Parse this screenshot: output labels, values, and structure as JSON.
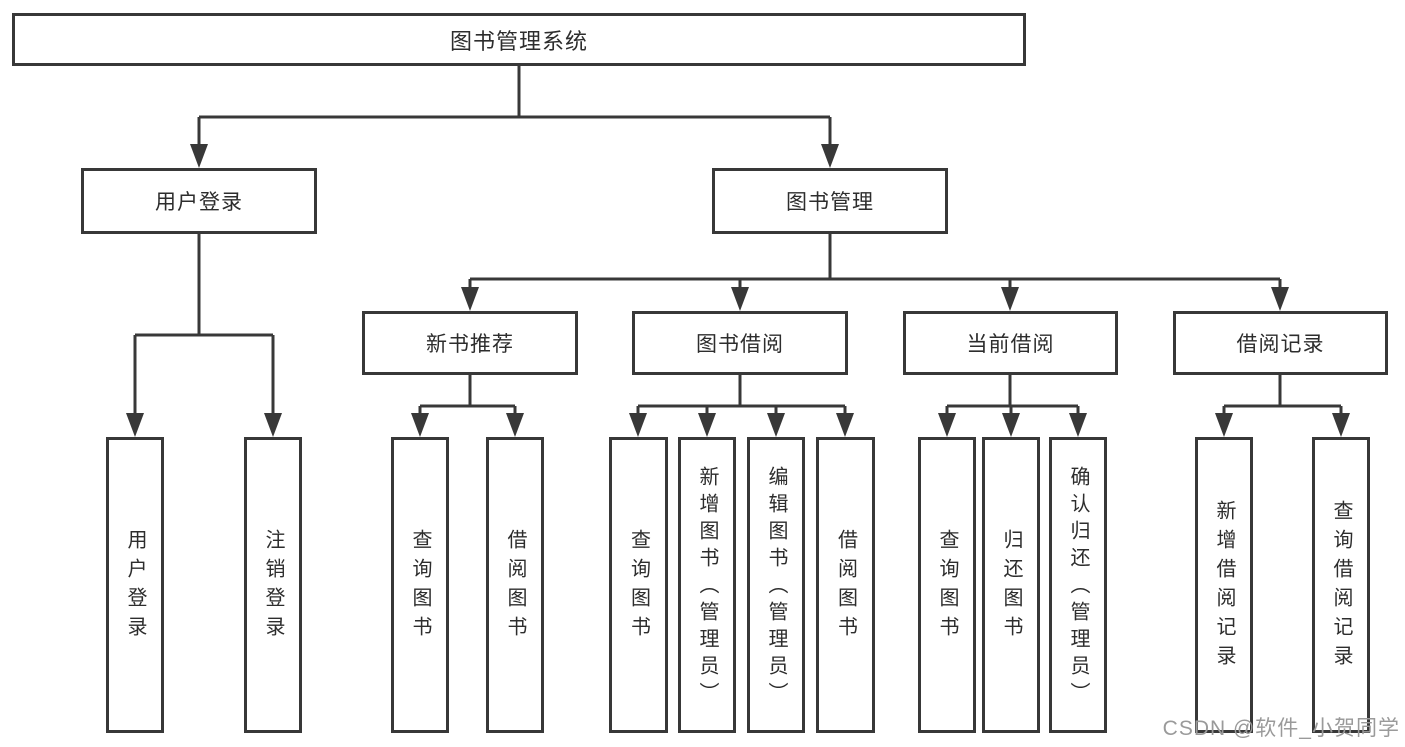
{
  "diagram": {
    "title": "图书管理系统",
    "level2": [
      {
        "label": "用户登录"
      },
      {
        "label": "图书管理"
      }
    ],
    "level3": [
      {
        "label": "新书推荐",
        "parent": "图书管理"
      },
      {
        "label": "图书借阅",
        "parent": "图书管理"
      },
      {
        "label": "当前借阅",
        "parent": "图书管理"
      },
      {
        "label": "借阅记录",
        "parent": "图书管理"
      }
    ],
    "leaves": [
      {
        "parent": "用户登录",
        "label": "用户登录"
      },
      {
        "parent": "用户登录",
        "label": "注销登录"
      },
      {
        "parent": "新书推荐",
        "label": "查询图书"
      },
      {
        "parent": "新书推荐",
        "label": "借阅图书"
      },
      {
        "parent": "图书借阅",
        "label": "查询图书"
      },
      {
        "parent": "图书借阅",
        "label": "新增图书（管理员）"
      },
      {
        "parent": "图书借阅",
        "label": "编辑图书（管理员）"
      },
      {
        "parent": "图书借阅",
        "label": "借阅图书"
      },
      {
        "parent": "当前借阅",
        "label": "查询图书"
      },
      {
        "parent": "当前借阅",
        "label": "归还图书"
      },
      {
        "parent": "当前借阅",
        "label": "确认归还（管理员）"
      },
      {
        "parent": "借阅记录",
        "label": "新增借阅记录"
      },
      {
        "parent": "借阅记录",
        "label": "查询借阅记录"
      }
    ]
  },
  "watermark": {
    "text": "CSDN @软件_小贺同学"
  },
  "colors": {
    "line": "#383838",
    "box_border": "#383838",
    "text": "#2d2d2d",
    "background": "#ffffff",
    "watermark_text": "#9a9a9a"
  }
}
